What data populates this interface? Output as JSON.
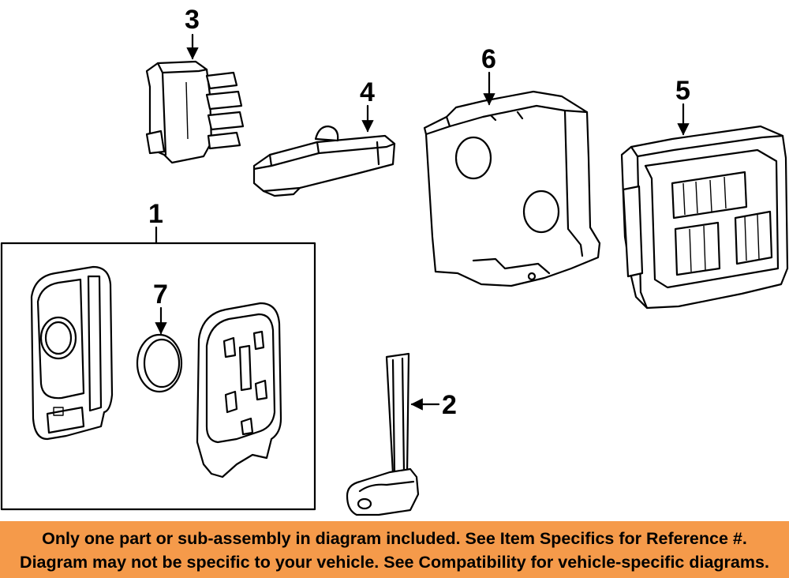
{
  "colors": {
    "banner_background": "#f59a4a",
    "line": "#000000",
    "background": "#ffffff"
  },
  "callouts": [
    {
      "id": "callout-1",
      "label": "1"
    },
    {
      "id": "callout-2",
      "label": "2"
    },
    {
      "id": "callout-3",
      "label": "3"
    },
    {
      "id": "callout-4",
      "label": "4"
    },
    {
      "id": "callout-5",
      "label": "5"
    },
    {
      "id": "callout-6",
      "label": "6"
    },
    {
      "id": "callout-7",
      "label": "7"
    }
  ],
  "banner": {
    "line1": "Only one part or sub-assembly in diagram included. See Item Specifics for Reference #.",
    "line2": "Diagram may not be specific to your vehicle. See Compatibility for vehicle-specific diagrams."
  }
}
